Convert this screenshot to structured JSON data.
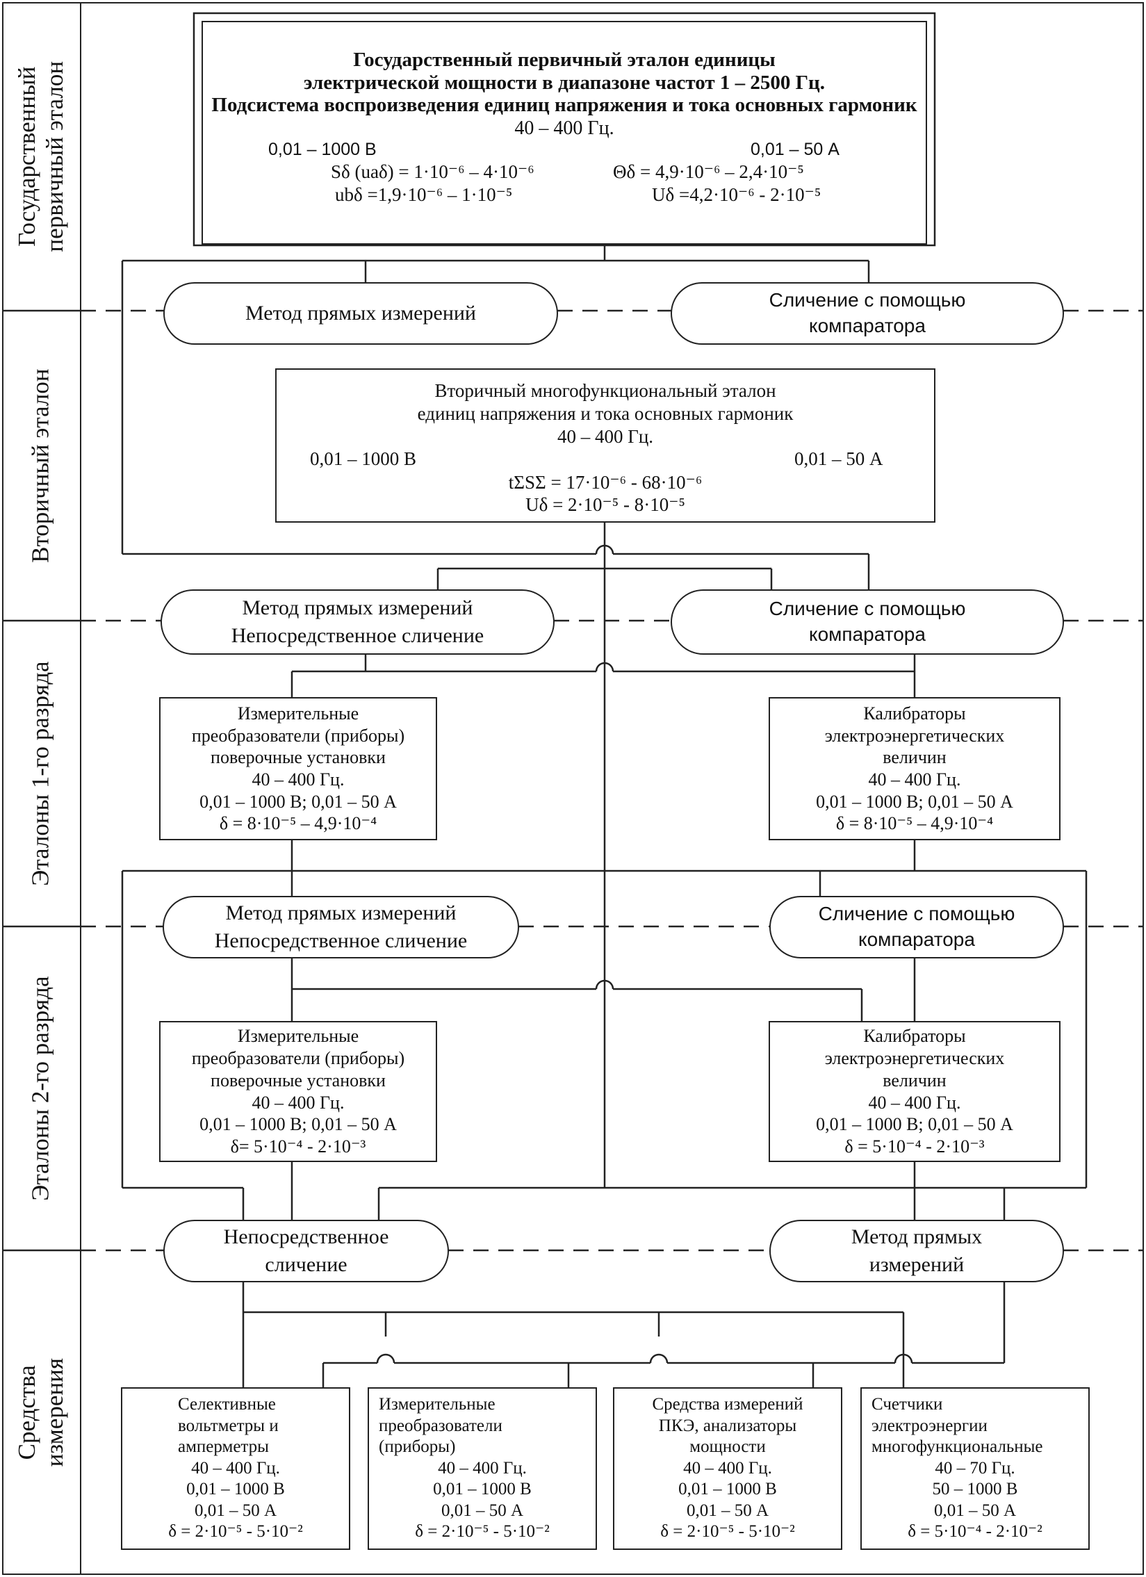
{
  "bands": [
    {
      "id": "state",
      "lines": [
        "Государственный",
        "первичный эталон"
      ]
    },
    {
      "id": "secondary",
      "lines": [
        "Вторичный эталон"
      ]
    },
    {
      "id": "rank1",
      "lines": [
        "Эталоны 1-го разряда"
      ]
    },
    {
      "id": "rank2",
      "lines": [
        "Эталоны 2-го разряда"
      ]
    },
    {
      "id": "means",
      "lines": [
        "Средства",
        "измерения"
      ]
    }
  ],
  "primary": {
    "title1": "Государственный первичный эталон единицы",
    "title2": "электрической мощности в диапазоне частот 1 – 2500 Гц.",
    "title3": "Подсистема воспроизведения единиц напряжения и тока основных гармоник",
    "freq": "40 – 400 Гц.",
    "range_v": "0,01 – 1000 В",
    "range_a": "0,01 – 50 А",
    "s_label": "Sδ (uaδ) = 1·10⁻⁶ – 4·10⁻⁶",
    "theta_label": "Θδ = 4,9·10⁻⁶ – 2,4·10⁻⁵",
    "u_label": "ubδ =1,9·10⁻⁶ – 1·10⁻⁵",
    "U_label": "Uδ =4,2·10⁻⁶ - 2·10⁻⁵"
  },
  "pills": {
    "direct1": [
      "Метод прямых измерений"
    ],
    "comparator1": [
      "Сличение с помощью",
      "компаратора"
    ],
    "direct2": [
      "Метод прямых измерений",
      "Непосредственное сличение"
    ],
    "comparator2": [
      "Сличение с помощью",
      "компаратора"
    ],
    "direct3": [
      "Метод прямых измерений",
      "Непосредственное сличение"
    ],
    "comparator3": [
      "Сличение с помощью",
      "компаратора"
    ],
    "immediate4": [
      "Непосредственное",
      "сличение"
    ],
    "direct4": [
      "Метод прямых",
      "измерений"
    ]
  },
  "secondary": {
    "title1": "Вторичный многофункциональный эталон",
    "title2": "единиц напряжения и тока основных гармоник",
    "freq": "40 – 400 Гц.",
    "range_v": "0,01 – 1000 В",
    "range_a": "0,01 – 50 А",
    "t_label": "tΣSΣ = 17·10⁻⁶ - 68·10⁻⁶",
    "u_label": "Uδ = 2·10⁻⁵ - 8·10⁻⁵"
  },
  "rank1_left": [
    "Измерительные",
    "преобразователи (приборы)",
    "поверочные установки",
    "40 – 400 Гц.",
    "0,01 – 1000 В;   0,01 – 50 А",
    "δ = 8·10⁻⁵ – 4,9·10⁻⁴"
  ],
  "rank1_right": [
    "Калибраторы",
    "электроэнергетических",
    "величин",
    "40 – 400 Гц.",
    "0,01 – 1000 В;   0,01 – 50 А",
    "δ = 8·10⁻⁵ – 4,9·10⁻⁴"
  ],
  "rank2_left": [
    "Измерительные",
    "преобразователи (приборы)",
    "поверочные установки",
    "40 – 400 Гц.",
    "0,01 – 1000 В;   0,01 – 50 А",
    "δ= 5·10⁻⁴ - 2·10⁻³"
  ],
  "rank2_right": [
    "Калибраторы",
    "электроэнергетических",
    "величин",
    "40 – 400 Гц.",
    "0,01 – 1000 В;   0,01 – 50 А",
    "δ = 5·10⁻⁴ - 2·10⁻³"
  ],
  "means": [
    {
      "head": [
        "Селективные",
        "вольтметры и",
        "амперметры"
      ],
      "body": [
        "40 – 400 Гц.",
        "0,01 – 1000 В",
        "0,01 – 50 А",
        "δ = 2·10⁻⁵ - 5·10⁻²"
      ]
    },
    {
      "head": [
        "Измерительные",
        "преобразователи",
        "(приборы)"
      ],
      "body": [
        "40 – 400 Гц.",
        "0,01 – 1000 В",
        "0,01 – 50 А",
        "δ = 2·10⁻⁵ - 5·10⁻²"
      ]
    },
    {
      "head": [
        "Средства измерений",
        "ПКЭ, анализаторы",
        "мощности"
      ],
      "body": [
        "40 – 400 Гц.",
        "0,01 – 1000 В",
        "0,01 – 50 А",
        "δ = 2·10⁻⁵ - 5·10⁻²"
      ]
    },
    {
      "head": [
        "Счетчики",
        "электроэнергии",
        "многофункциональные"
      ],
      "body": [
        "40 – 70 Гц.",
        "50 – 1000 В",
        "0,01 – 50 А",
        "δ = 5·10⁻⁴ - 2·10⁻²"
      ]
    }
  ]
}
